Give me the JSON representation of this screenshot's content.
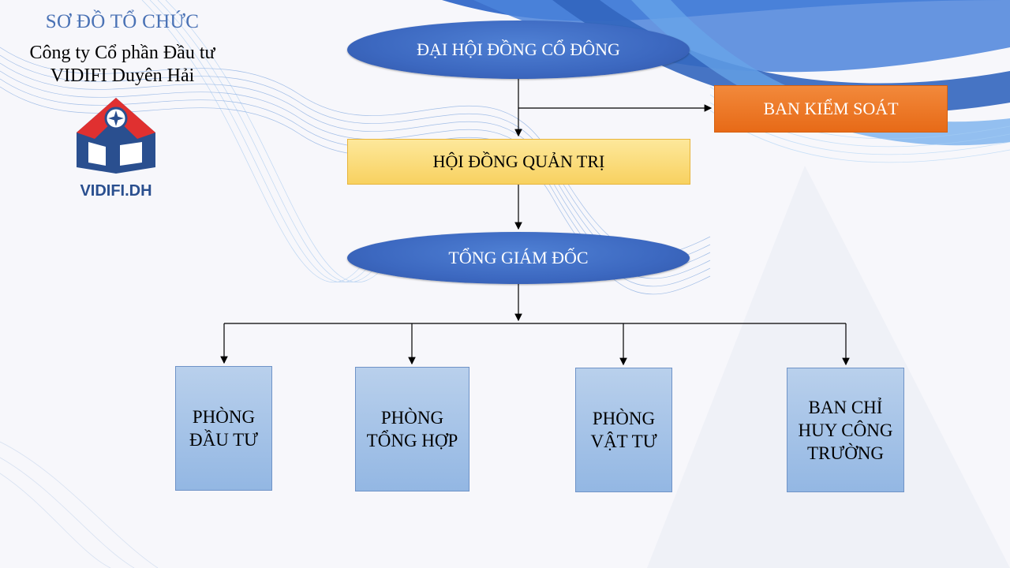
{
  "header": {
    "title": "SƠ ĐỒ TỔ CHỨC",
    "company_line1": "Công ty Cổ phần Đầu tư",
    "company_line2": "VIDIFI  Duyên Hải",
    "logo_text": "VIDIFI.DH"
  },
  "colors": {
    "title_blue": "#4a72b5",
    "ellipse_blue": "#4472c4",
    "board_yellow": "#fcdc80",
    "supervisory_orange": "#ed7d31",
    "department_blue": "#a7c3e8",
    "logo_red": "#e03030",
    "logo_navy": "#2a4f8f"
  },
  "nodes": {
    "shareholders_meeting": "ĐẠI HỘI ĐỒNG CỔ ĐÔNG",
    "supervisory_board": "BAN KIỂM SOÁT",
    "board_of_directors": "HỘI ĐỒNG QUẢN TRỊ",
    "general_director": "TỔNG GIÁM ĐỐC"
  },
  "departments": [
    {
      "lines": [
        "PHÒNG",
        "ĐẦU TƯ"
      ]
    },
    {
      "lines": [
        "PHÒNG",
        "TỔNG HỢP"
      ]
    },
    {
      "lines": [
        "PHÒNG",
        "VẬT TƯ"
      ]
    },
    {
      "lines": [
        "BAN CHỈ",
        "HUY CÔNG",
        "TRƯỜNG"
      ]
    }
  ]
}
